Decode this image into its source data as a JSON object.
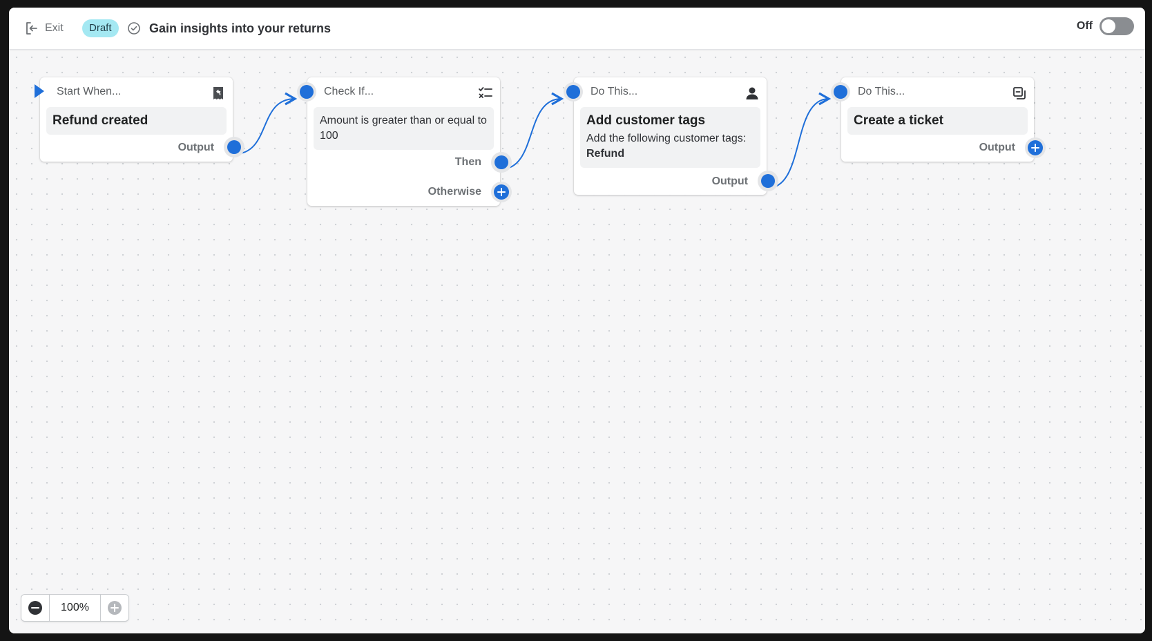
{
  "header": {
    "exit_label": "Exit",
    "status_badge": "Draft",
    "title": "Gain insights into your returns",
    "toggle_label": "Off"
  },
  "nodes": [
    {
      "heading": "Start When...",
      "icon": "refund-receipt-icon",
      "title": "Refund created",
      "ports": [
        "Output"
      ]
    },
    {
      "heading": "Check If...",
      "icon": "checklist-icon",
      "text": "Amount is greater than or equal to 100",
      "ports": [
        "Then",
        "Otherwise"
      ]
    },
    {
      "heading": "Do This...",
      "icon": "person-icon",
      "title": "Add customer tags",
      "text": "Add the following customer tags:",
      "text_bold": "Refund",
      "ports": [
        "Output"
      ]
    },
    {
      "heading": "Do This...",
      "icon": "duplicate-icon",
      "title": "Create a ticket",
      "ports": [
        "Output"
      ]
    }
  ],
  "zoom": {
    "value": "100%"
  },
  "colors": {
    "accent": "#1f6fd9",
    "badge": "#a4e8f2",
    "toggle_off": "#8a8d91"
  }
}
